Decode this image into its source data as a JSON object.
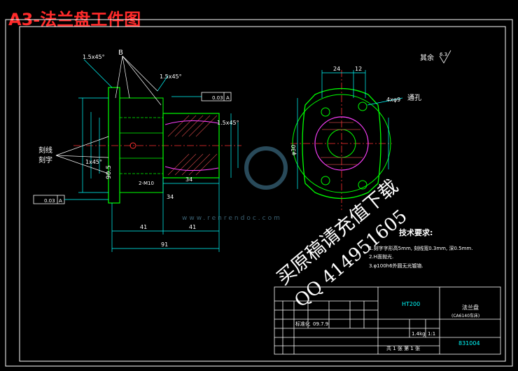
{
  "header": {
    "title": "A3-法兰盘工件图"
  },
  "drawing": {
    "dims": {
      "chamfer_left": "1.5x45°",
      "chamfer_right": "1.5x45°",
      "chamfer_mid": "1.5x45°",
      "chamfer_lower": "1x45°",
      "section_mark": "B",
      "tolerance_top": "0.03",
      "tolerance_top_ref": "A",
      "tolerance_bottom": "0.03",
      "tolerance_bottom_ref": "A",
      "length_1": "41",
      "length_2": "41",
      "length_total": "91",
      "length_34": "34",
      "length_34b": "34",
      "side_rough": "90.5",
      "bore_note": "2-M10",
      "phi_30": "φ30",
      "dim_24": "24",
      "dim_12": "12",
      "holes": "4xφ9",
      "through": "通孔",
      "roughness_label": "其余",
      "roughness_value": "6.3",
      "knurl_line1": "刻线",
      "knurl_line2": "刻字"
    },
    "requirements": {
      "heading": "技术要求:",
      "items": [
        "1.刻字字形高5mm, 刻线宽0.3mm, 深0.5mm.",
        "2.H面抛光.",
        "3.φ100h6外圆无光镀铬."
      ]
    },
    "title_block": {
      "part_name": "法兰盘",
      "part_sub": "(CA6140车床)",
      "code": "HT200",
      "drawing_no": "831004",
      "scale": "1:1",
      "weight": "1.4kg",
      "sheet": "共 1 张   第 1 张",
      "designer": "标准化",
      "date": "09.7.9"
    }
  },
  "watermark": {
    "line1": "买原稿请充值下载",
    "line2": "QQ 414951605",
    "site": "www.renrendoc.com"
  },
  "colors": {
    "background": "#000000",
    "title": "#ff2a2a",
    "outline": "#00ff00",
    "dimension": "#00ffff",
    "center": "#ff3030",
    "text": "#ffffff",
    "hatch": "#c04040",
    "magenta": "#ff40ff"
  }
}
